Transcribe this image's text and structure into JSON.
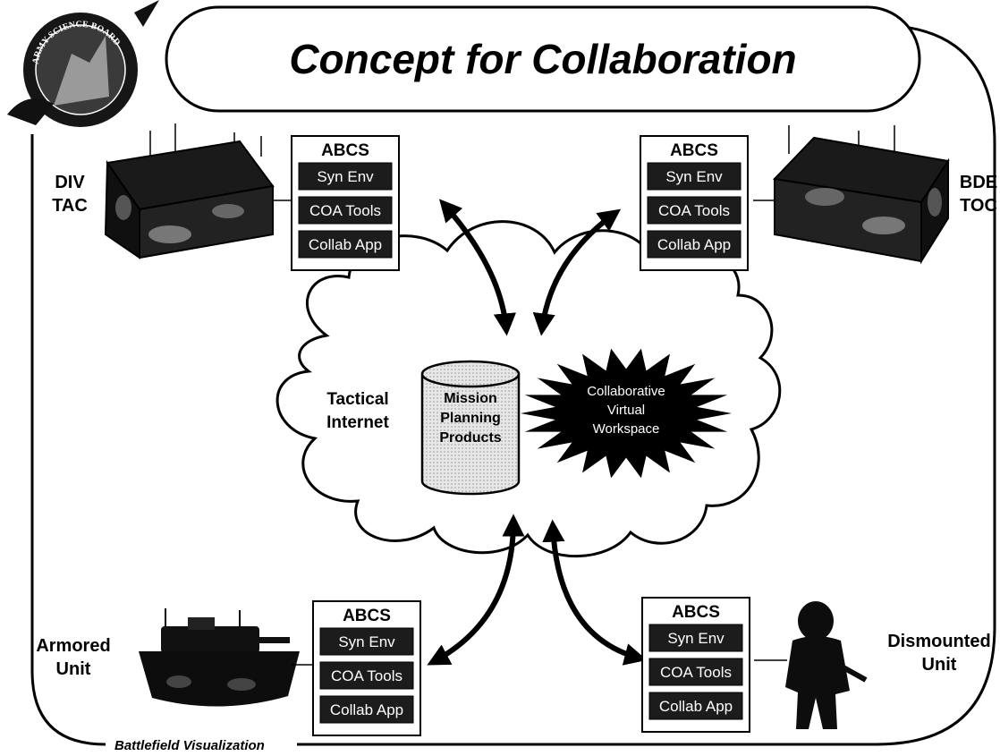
{
  "title": "Concept for Collaboration",
  "footer": "Battlefield Visualization",
  "seal": {
    "text": "ARMY SCIENCE BOARD",
    "icon": "army-science-board-seal"
  },
  "nodes": {
    "div_tac": {
      "label_line1": "DIV",
      "label_line2": "TAC",
      "icon": "command-post-shelter"
    },
    "bde_toc": {
      "label_line1": "BDE",
      "label_line2": "TOC",
      "icon": "command-post-shelter"
    },
    "armored": {
      "label_line1": "Armored",
      "label_line2": "Unit",
      "icon": "tank"
    },
    "dismounted": {
      "label_line1": "Dismounted",
      "label_line2": "Unit",
      "icon": "soldier"
    }
  },
  "abcs": {
    "title": "ABCS",
    "rows": [
      "Syn Env",
      "COA Tools",
      "Collab App"
    ]
  },
  "cloud": {
    "label_line1": "Tactical",
    "label_line2": "Internet",
    "database": {
      "line1": "Mission",
      "line2": "Planning",
      "line3": "Products"
    },
    "workspace": {
      "line1": "Collaborative",
      "line2": "Virtual",
      "line3": "Workspace"
    }
  }
}
